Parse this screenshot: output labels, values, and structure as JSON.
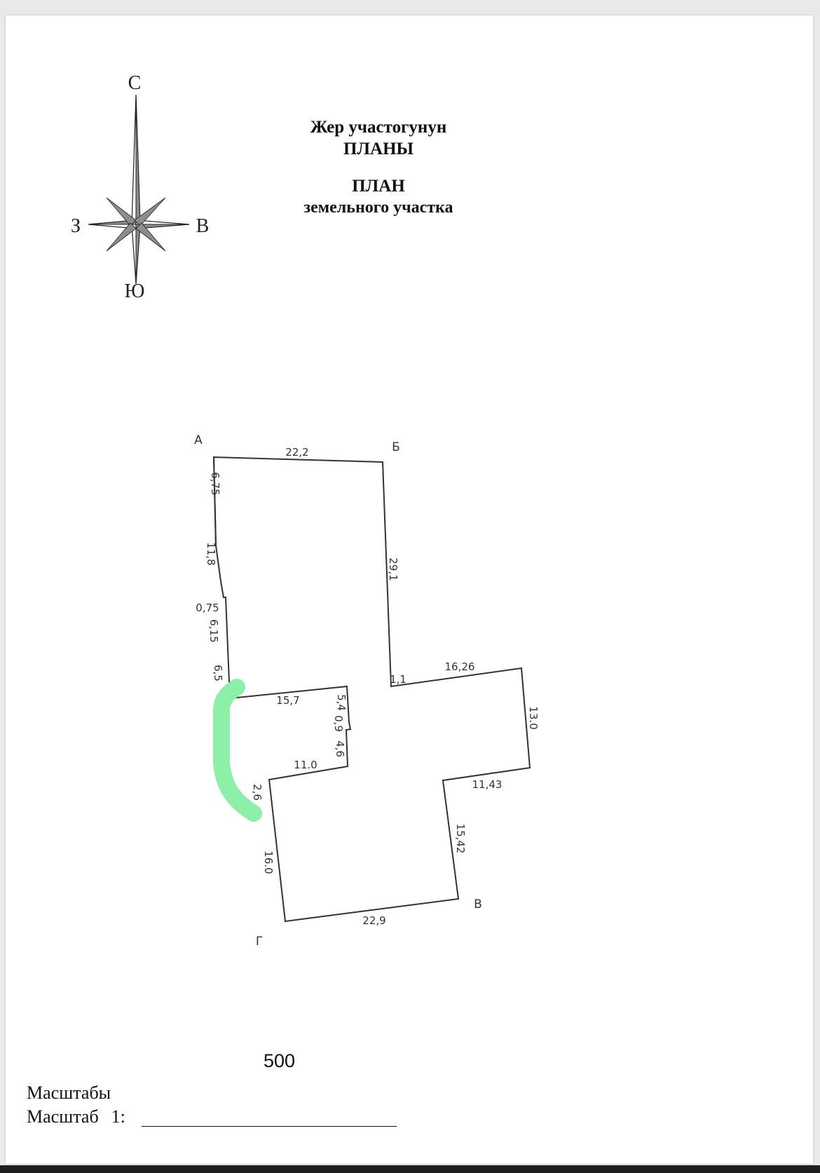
{
  "header": {
    "title_ky_line1": "Жер участогунун",
    "title_ky_line2": "ПЛАНЫ",
    "title_ru_line1": "ПЛАН",
    "title_ru_line2": "земельного участка"
  },
  "compass": {
    "north": "С",
    "south": "Ю",
    "west": "З",
    "east": "В"
  },
  "plot": {
    "corners": {
      "a": "А",
      "b": "Б",
      "v": "В",
      "g": "Г"
    },
    "dimensions": {
      "top": "22,2",
      "left_1": "6,75",
      "left_2": "11,8",
      "left_3": "0,75",
      "left_4": "6,15",
      "left_5": "6,5",
      "right_upper": "29,1",
      "notch_1_1": "1,1",
      "east_top": "16,26",
      "east_side": "13.0",
      "east_bottom": "11,43",
      "lower_right": "15,42",
      "bottom": "22,9",
      "lower_left": "16.0",
      "inner_top": "15,7",
      "inner_right_1": "5,4",
      "inner_step": "0,9",
      "inner_right_2": "4,6",
      "inner_bottom": "11.0",
      "inner_left": "2,6"
    },
    "highlight_color": "#8cf0a8"
  },
  "scale": {
    "value": "500",
    "label_ky": "Масштабы",
    "label_ru": "Масштаб",
    "ratio_prefix": "1:"
  }
}
